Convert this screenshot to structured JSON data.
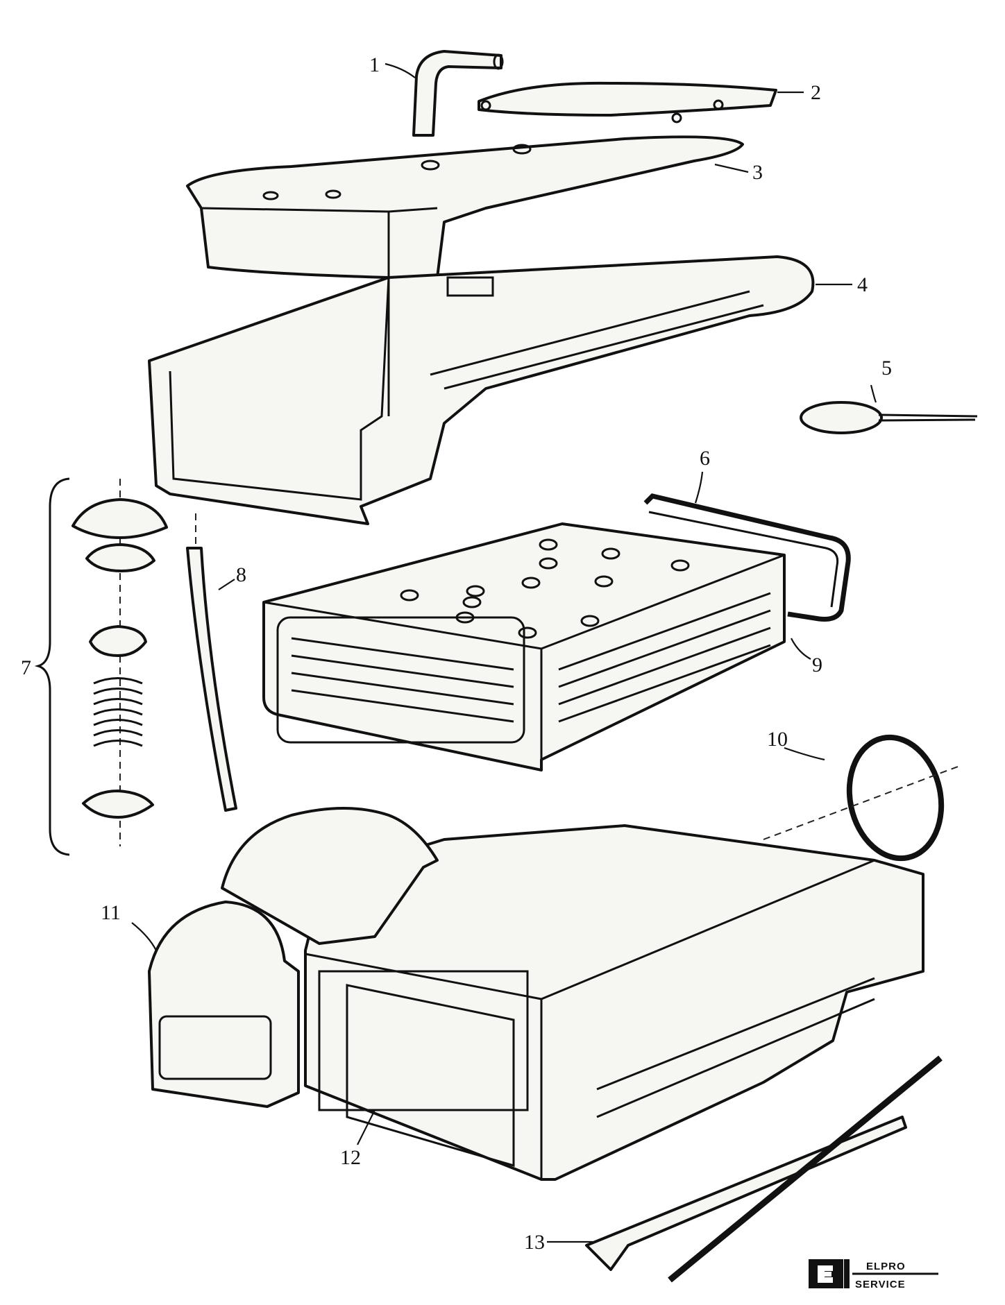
{
  "callouts": [
    {
      "id": "1",
      "label": "1"
    },
    {
      "id": "2",
      "label": "2"
    },
    {
      "id": "3",
      "label": "3"
    },
    {
      "id": "4",
      "label": "4"
    },
    {
      "id": "5",
      "label": "5"
    },
    {
      "id": "6",
      "label": "6"
    },
    {
      "id": "7",
      "label": "7"
    },
    {
      "id": "8",
      "label": "8"
    },
    {
      "id": "9",
      "label": "9"
    },
    {
      "id": "10",
      "label": "10"
    },
    {
      "id": "11",
      "label": "11"
    },
    {
      "id": "12",
      "label": "12"
    },
    {
      "id": "13",
      "label": "13"
    }
  ],
  "logo": {
    "line1": "ELPRO",
    "line2": "SERVICE"
  }
}
